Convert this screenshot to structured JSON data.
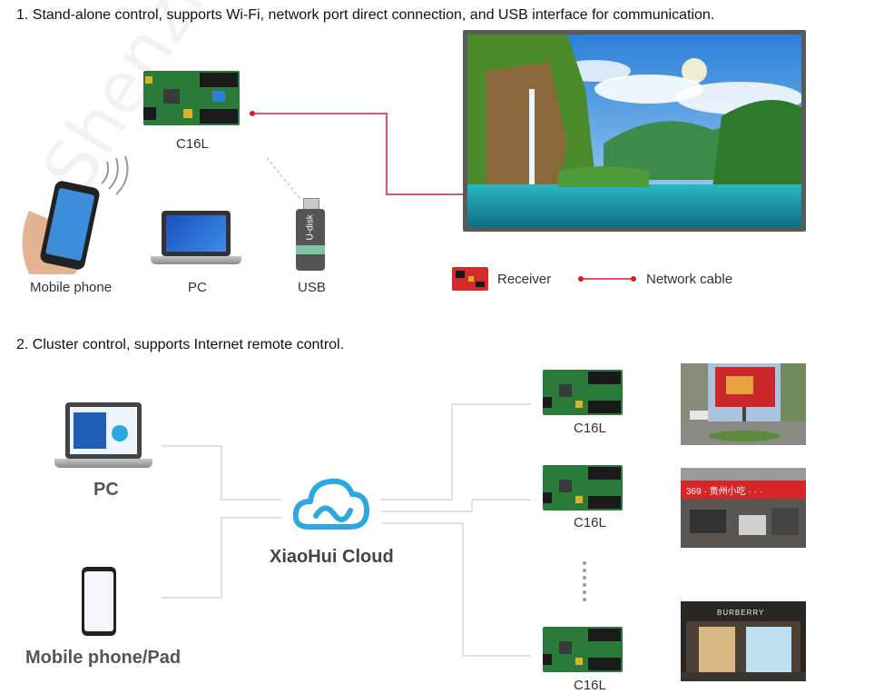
{
  "section1": {
    "title": "1. Stand-alone control, supports Wi-Fi, network port direct connection, and USB interface for communication.",
    "controller_label": "C16L",
    "mobile_label": "Mobile phone",
    "pc_label": "PC",
    "usb_label": "USB",
    "usb_text": "U-disk",
    "legend": {
      "receiver_label": "Receiver",
      "network_label": "Network cable"
    }
  },
  "section2": {
    "title": "2. Cluster control, supports Internet remote control.",
    "pc_label": "PC",
    "mobile_label": "Mobile phone/Pad",
    "cloud_label": "XiaoHui Cloud",
    "controllers": [
      {
        "label": "C16L"
      },
      {
        "label": "C16L"
      },
      {
        "label": "C16L"
      }
    ],
    "sign_texts": [
      "369 · 贵州小吃 · · ·",
      "BURBERRY"
    ]
  },
  "watermark": "Shenzhen Huidu Tech",
  "colors": {
    "network_cable": "#d0202a",
    "connector_line": "#b8c6d2",
    "cloud_blue": "#2aa8e0",
    "board_green": "#2a7a3a"
  }
}
